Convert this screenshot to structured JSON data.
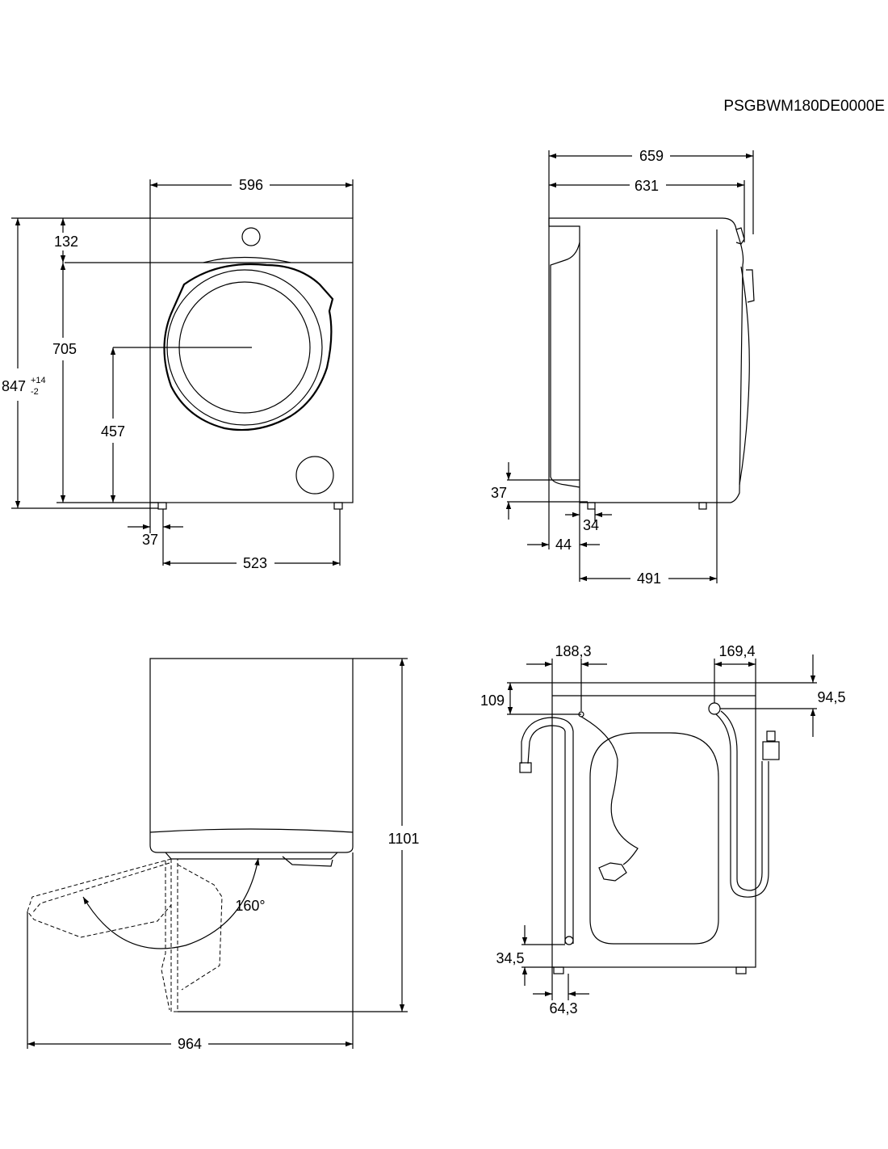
{
  "document_code": "PSGBWM180DE0000E",
  "front_view": {
    "width": "596",
    "top_panel_height": "132",
    "door_height": "705",
    "door_center_height": "457",
    "total_height": "847",
    "total_height_tol_plus": "+14",
    "total_height_tol_minus": "-2",
    "foot_offset": "37",
    "foot_spacing": "523"
  },
  "side_view": {
    "total_depth": "659",
    "body_depth": "631",
    "bottom_clearance": "37",
    "foot_inset": "34",
    "front_offset": "44",
    "foot_spacing": "491"
  },
  "top_view": {
    "door_opening_angle": "160°",
    "depth_with_door_open": "1101",
    "width_with_door_open": "964"
  },
  "back_view": {
    "power_cable_offset": "188,3",
    "drain_hose_offset": "169,4",
    "power_cable_height": "109",
    "drain_hose_height": "94,5",
    "inlet_height": "34,5",
    "inlet_offset": "64,3"
  }
}
